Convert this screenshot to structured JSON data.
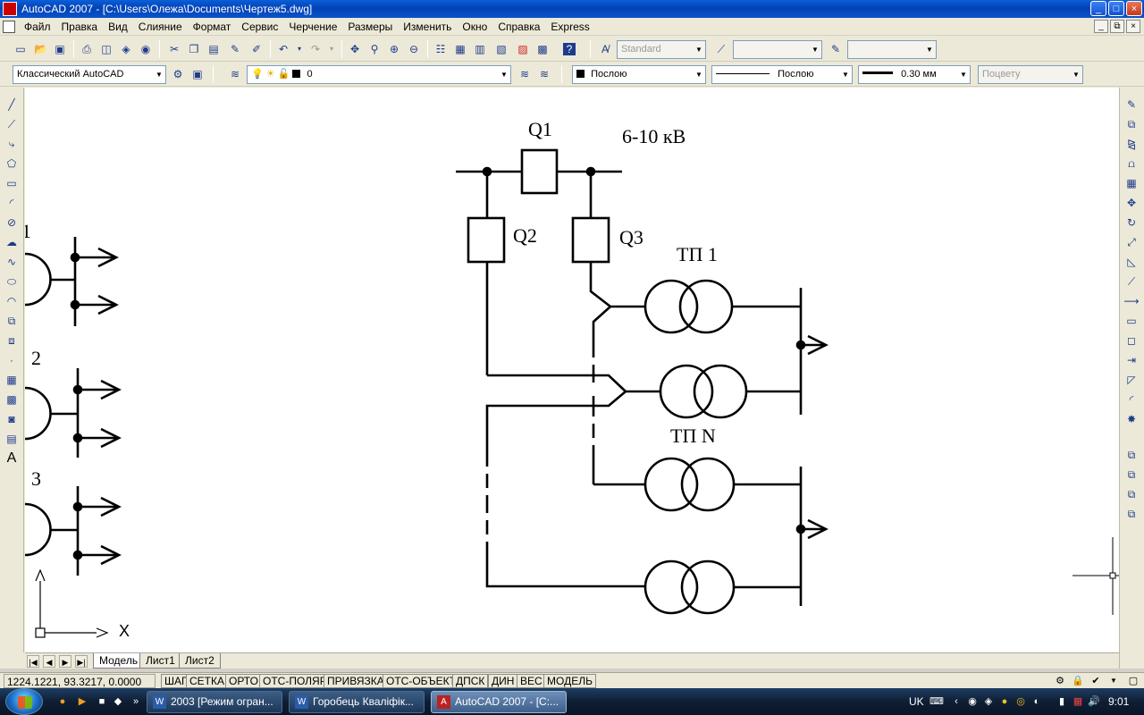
{
  "window": {
    "title": "AutoCAD 2007 - [C:\\Users\\Олежа\\Documents\\Чертеж5.dwg]",
    "buttons": [
      "_",
      "□",
      "×"
    ]
  },
  "menu": {
    "items": [
      "Файл",
      "Правка",
      "Вид",
      "Слияние",
      "Формат",
      "Сервис",
      "Черчение",
      "Размеры",
      "Изменить",
      "Окно",
      "Справка",
      "Express"
    ],
    "mdi_buttons": [
      "_",
      "⧉",
      "×"
    ]
  },
  "toolbar1": {
    "text_style": "Standard",
    "dim_style": "",
    "table_style": ""
  },
  "toolbar2": {
    "workspace": "Классический AutoCAD",
    "layer": "0",
    "color": "Послою",
    "linetype": "Послою",
    "lineweight": "0.30 мм",
    "plotstyle": "Поцвету"
  },
  "drawing": {
    "labels": {
      "q1": "Q1",
      "voltage": "6-10 кВ",
      "q2": "Q2",
      "q3": "Q3",
      "tp1": "ТП 1",
      "tpn": "ТП N",
      "n1": "1",
      "n2": "2",
      "n3": "3",
      "axis_x": "X"
    }
  },
  "tabs": {
    "nav": [
      "|◀",
      "◀",
      "▶",
      "▶|"
    ],
    "items": [
      "Модель",
      "Лист1",
      "Лист2"
    ],
    "active": "Модель"
  },
  "status": {
    "coords": "1224.1221, 93.3217, 0.0000",
    "buttons": [
      "ШАГ",
      "СЕТКА",
      "ОРТО",
      "ОТС-ПОЛЯР",
      "ПРИВЯЗКА",
      "ОТС-ОБЪЕКТ",
      "ДПСК",
      "ДИН",
      "ВЕС",
      "МОДЕЛЬ"
    ]
  },
  "taskbar": {
    "tasks": [
      "2003 [Режим огран...",
      "Горобець Кваліфік...",
      "AutoCAD 2007 - [C:..."
    ],
    "language": "UK",
    "clock": "9:01",
    "chevron": "»"
  }
}
